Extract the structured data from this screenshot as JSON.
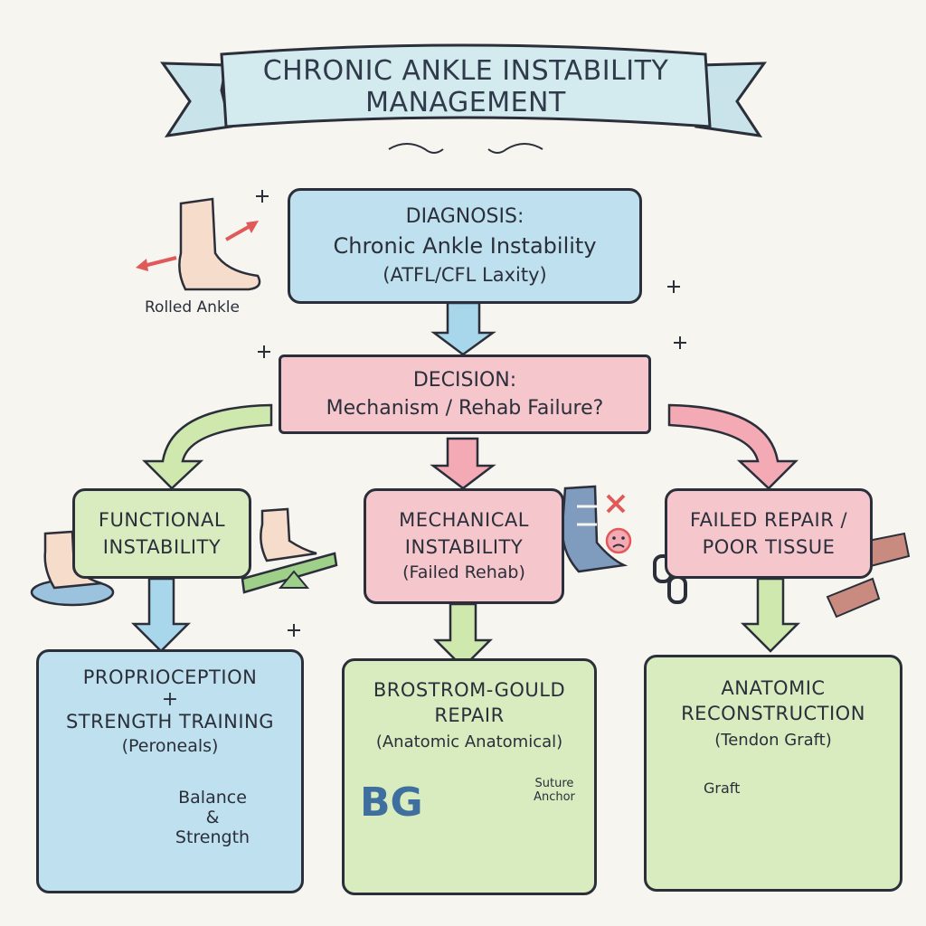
{
  "title": {
    "line1": "CHRONIC ANKLE INSTABILITY",
    "line2": "MANAGEMENT"
  },
  "diagnosis": {
    "heading": "DIAGNOSIS:",
    "line1": "Chronic Ankle Instability",
    "line2": "(ATFL/CFL Laxity)",
    "side_label": "Rolled Ankle"
  },
  "decision": {
    "heading": "DECISION:",
    "line1": "Mechanism / Rehab Failure?"
  },
  "branches": [
    {
      "line1": "FUNCTIONAL",
      "line2": "INSTABILITY",
      "line3": ""
    },
    {
      "line1": "MECHANICAL",
      "line2": "INSTABILITY",
      "line3": "(Failed Rehab)"
    },
    {
      "line1": "FAILED REPAIR /",
      "line2": "POOR TISSUE",
      "line3": ""
    }
  ],
  "treatments": [
    {
      "line1": "PROPRIOCEPTION",
      "line2": "+",
      "line3": "STRENGTH TRAINING",
      "line4": "(Peroneals)",
      "note1": "Balance",
      "note2": "&",
      "note3": "Strength"
    },
    {
      "line1": "BROSTROM-GOULD",
      "line2": "REPAIR",
      "line3": "(Anatomic Anatomical)",
      "note1": "Suture",
      "note2": "Anchor",
      "logo": "BG"
    },
    {
      "line1": "ANATOMIC",
      "line2": "RECONSTRUCTION",
      "line3": "(Tendon Graft)",
      "note1": "Graft"
    }
  ],
  "colors": {
    "blue": "#bfe0ee",
    "pink": "#f5c6cc",
    "green": "#d8ecbf",
    "outline": "#2b2f3a",
    "arrow_blue": "#a8d6ea",
    "arrow_pink": "#f3aab4",
    "arrow_green": "#cfe8ad"
  }
}
